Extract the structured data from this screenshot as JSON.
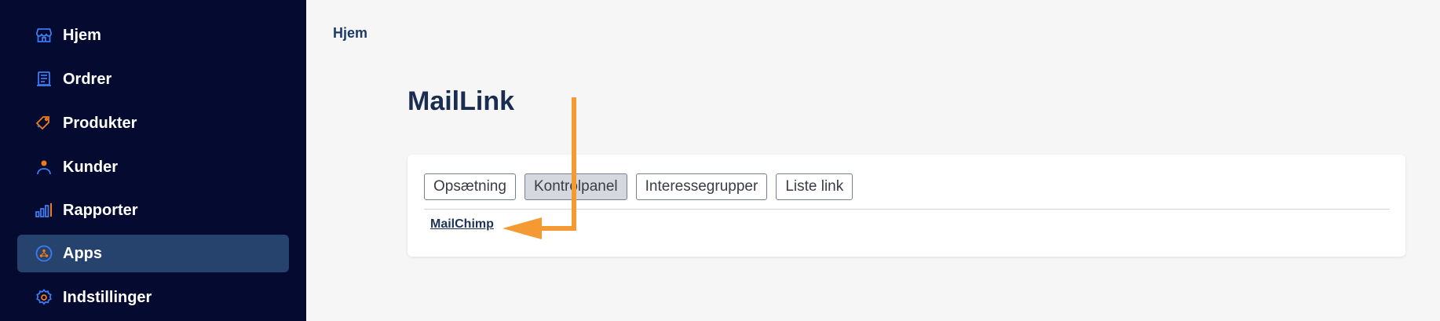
{
  "sidebar": {
    "items": [
      {
        "label": "Hjem",
        "icon": "store-icon",
        "active": false
      },
      {
        "label": "Ordrer",
        "icon": "receipt-icon",
        "active": false
      },
      {
        "label": "Produkter",
        "icon": "tag-icon",
        "active": false
      },
      {
        "label": "Kunder",
        "icon": "person-icon",
        "active": false
      },
      {
        "label": "Rapporter",
        "icon": "bar-chart-icon",
        "active": false
      },
      {
        "label": "Apps",
        "icon": "apps-icon",
        "active": true
      },
      {
        "label": "Indstillinger",
        "icon": "gear-icon",
        "active": false
      }
    ]
  },
  "breadcrumb": "Hjem",
  "page": {
    "title": "MailLink",
    "tabs": [
      {
        "label": "Opsætning",
        "active": false
      },
      {
        "label": "Kontrolpanel",
        "active": true
      },
      {
        "label": "Interessegrupper",
        "active": false
      },
      {
        "label": "Liste link",
        "active": false
      }
    ],
    "sub_link": "MailChimp"
  },
  "colors": {
    "sidebar_bg": "#050b30",
    "active_bg": "#26436e",
    "icon_blue": "#3d7bf0",
    "icon_orange": "#f07a1c",
    "annotation_arrow": "#f59a32"
  }
}
